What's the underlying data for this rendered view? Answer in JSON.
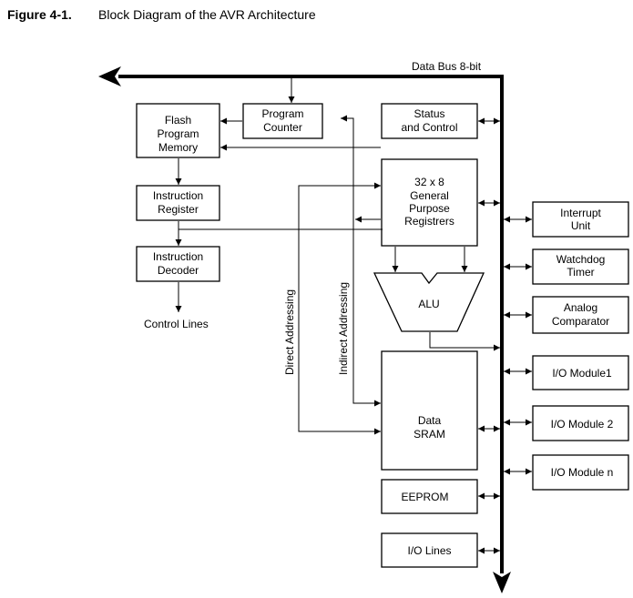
{
  "figure": {
    "number": "Figure 4-1.",
    "title": "Block Diagram of the AVR Architecture"
  },
  "bus": {
    "label": "Data Bus 8-bit"
  },
  "blocks": {
    "flash": [
      "Flash",
      "Program",
      "Memory"
    ],
    "pc": [
      "Program",
      "Counter"
    ],
    "status": [
      "Status",
      "and Control"
    ],
    "ir": [
      "Instruction",
      "Register"
    ],
    "gpr": [
      "32 x 8",
      "General",
      "Purpose",
      "Registrers"
    ],
    "decoder": [
      "Instruction",
      "Decoder"
    ],
    "alu": [
      "ALU"
    ],
    "sram": [
      "Data",
      "SRAM"
    ],
    "eeprom": [
      "EEPROM"
    ],
    "iolines": [
      "I/O Lines"
    ],
    "interrupt": [
      "Interrupt",
      "Unit"
    ],
    "watchdog": [
      "Watchdog",
      "Timer"
    ],
    "analog": [
      "Analog",
      "Comparator"
    ],
    "io1": [
      "I/O Module1"
    ],
    "io2": [
      "I/O Module 2"
    ],
    "ion": [
      "I/O Module n"
    ]
  },
  "labels": {
    "control_lines": "Control Lines",
    "direct_addressing": "Direct Addressing",
    "indirect_addressing": "Indirect Addressing"
  }
}
